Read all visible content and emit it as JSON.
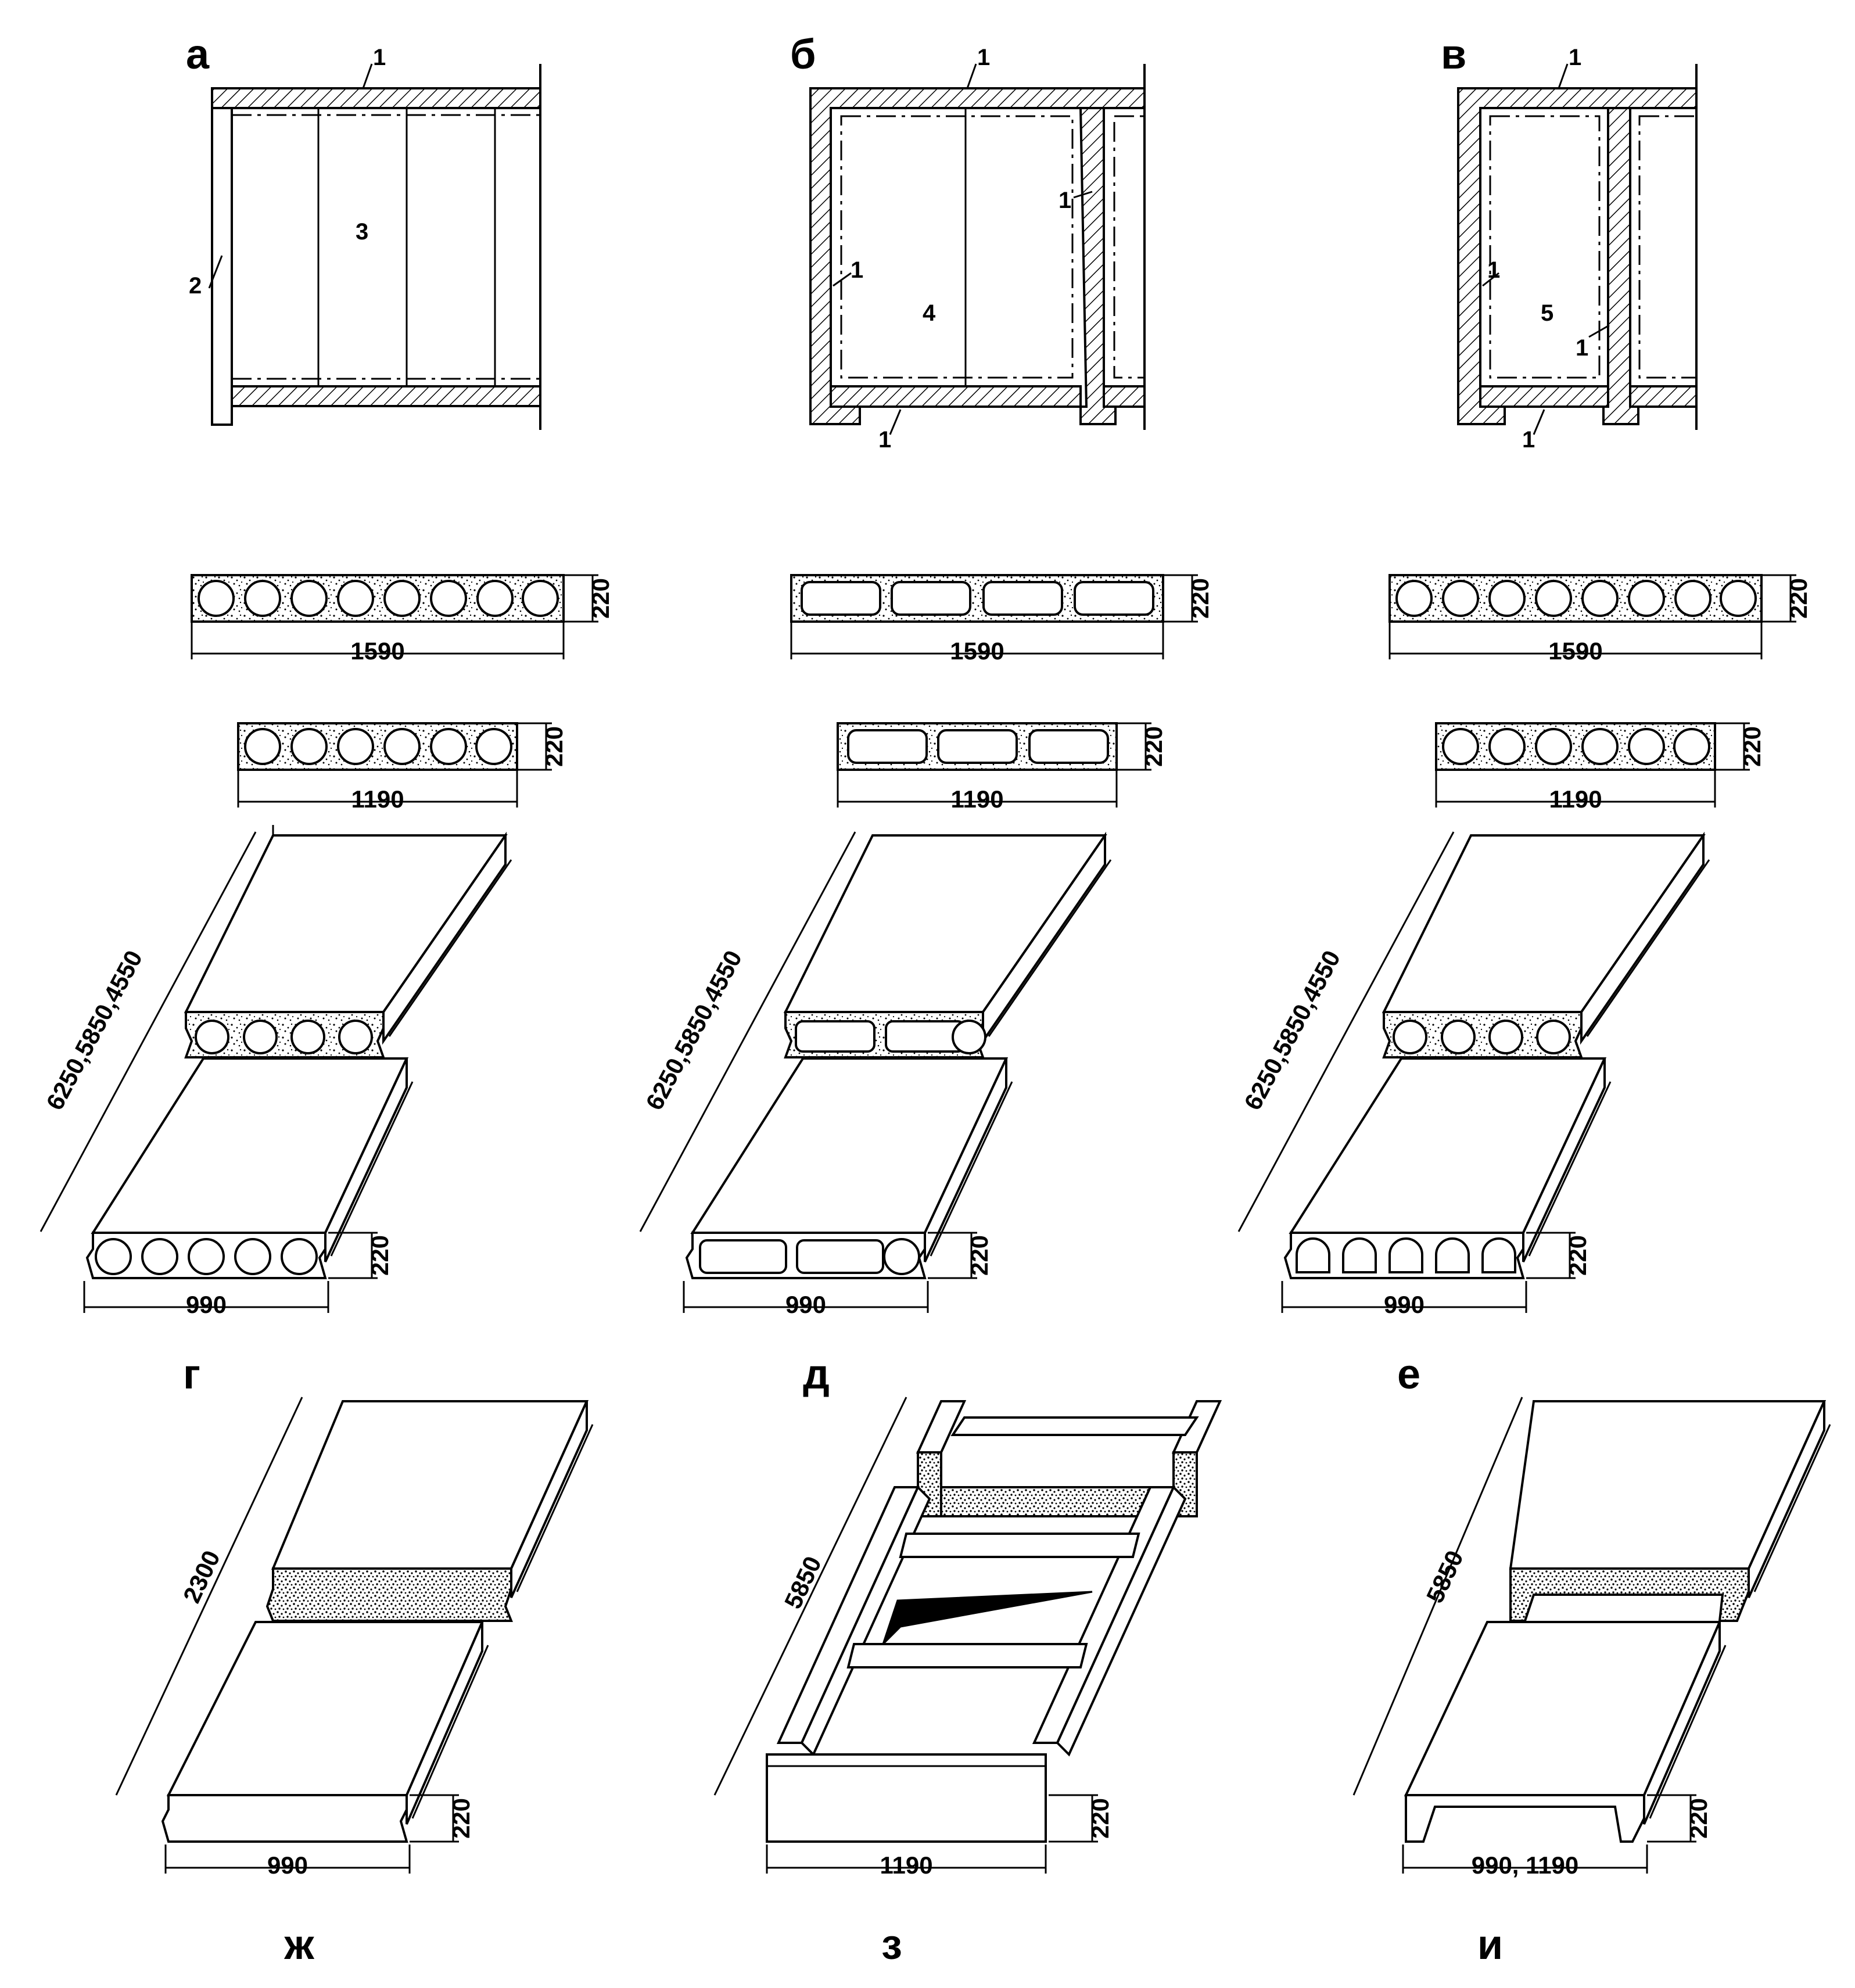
{
  "plans": [
    {
      "letter": "а",
      "labels": {
        "wall_top": "1",
        "wall_left": "2",
        "slab": "3"
      }
    },
    {
      "letter": "б",
      "labels": {
        "wall_top": "1",
        "wall_right": "1",
        "wall_left": "1",
        "slab": "4",
        "wall_bottom": "1"
      }
    },
    {
      "letter": "в",
      "labels": {
        "wall_top": "1",
        "wall_left": "1",
        "slab": "5",
        "wall_right": "1",
        "wall_bottom": "1"
      }
    }
  ],
  "sections": {
    "height": "220",
    "col_a": {
      "wide": "1590",
      "narrow": "1190"
    },
    "col_b": {
      "wide": "1590",
      "narrow": "1190"
    },
    "col_c": {
      "wide": "1590",
      "narrow": "1190"
    }
  },
  "isometric_row1": [
    {
      "letter": "г",
      "length": "6250,5850,4550",
      "width": "990",
      "height": "220"
    },
    {
      "letter": "д",
      "length": "6250,5850,4550",
      "width": "990",
      "height": "220"
    },
    {
      "letter": "е",
      "length": "6250,5850,4550",
      "width": "990",
      "height": "220"
    }
  ],
  "isometric_row2": [
    {
      "letter": "ж",
      "length": "2300",
      "width": "990",
      "height": "220"
    },
    {
      "letter": "з",
      "length": "5850",
      "width": "1190",
      "height": "220"
    },
    {
      "letter": "и",
      "length": "5850",
      "width": "990, 1190",
      "height": "220"
    }
  ]
}
